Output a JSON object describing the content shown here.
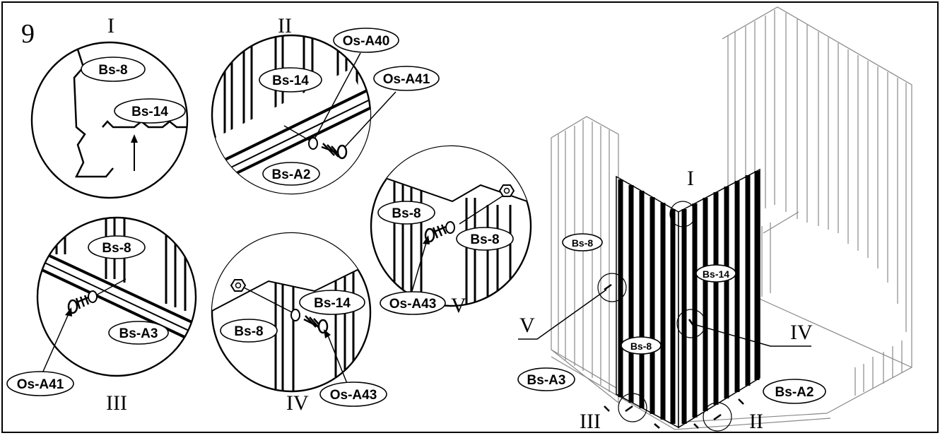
{
  "step_number": "9",
  "details": {
    "I": {
      "roman": "I",
      "labels": [
        "Bs-8",
        "Bs-14"
      ]
    },
    "II": {
      "roman": "II",
      "labels": [
        "Bs-14",
        "Os-A40",
        "Os-A41",
        "Bs-A2"
      ]
    },
    "III": {
      "roman": "III",
      "labels": [
        "Bs-8",
        "Bs-A3",
        "Os-A41"
      ]
    },
    "IV": {
      "roman": "IV",
      "labels": [
        "Bs-14",
        "Bs-8",
        "Os-A43"
      ]
    },
    "V": {
      "roman": "V",
      "labels": [
        "Bs-8",
        "Bs-8",
        "Os-A43"
      ]
    }
  },
  "main_view": {
    "callouts": {
      "I": "I",
      "II": "II",
      "III": "III",
      "IV": "IV",
      "V": "V"
    },
    "labels": {
      "left_wall": "Bs-8",
      "right_wall": "Bs-14",
      "front_panel": "Bs-8",
      "base_left": "Bs-A3",
      "base_right": "Bs-A2"
    }
  }
}
